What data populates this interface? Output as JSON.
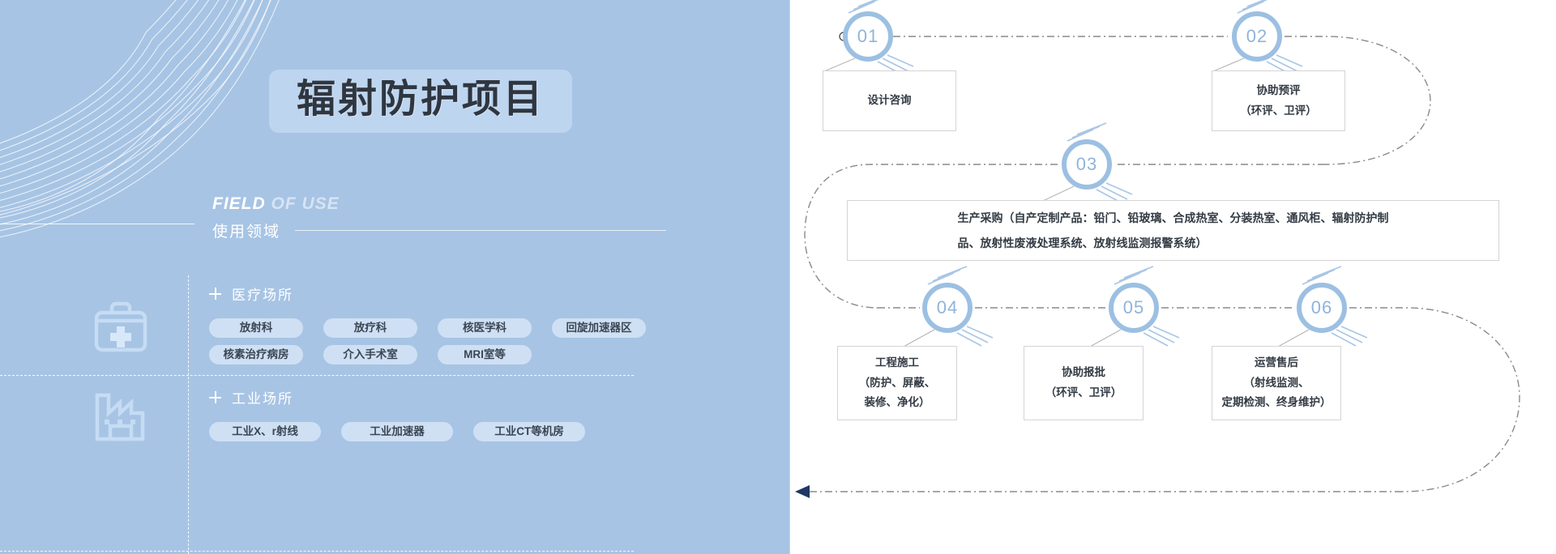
{
  "left": {
    "title": "辐射防护项目",
    "section": {
      "en_strong": "FIELD",
      "en_light": "OF USE",
      "cn": "使用领域"
    },
    "categories": [
      {
        "icon": "first-aid-kit-icon",
        "title": "医疗场所",
        "rows": [
          [
            "放射科",
            "放疗科",
            "核医学科",
            "回旋加速器区"
          ],
          [
            "核素治疗病房",
            "介入手术室",
            "MRI室等"
          ]
        ]
      },
      {
        "icon": "factory-icon",
        "title": "工业场所",
        "rows": [
          [
            "工业X、r射线",
            "工业加速器",
            "工业CT等机房"
          ]
        ]
      }
    ]
  },
  "flow": {
    "steps": [
      {
        "num": "01",
        "text": "设计咨询"
      },
      {
        "num": "02",
        "text": "协助预评\n（环评、卫评）"
      },
      {
        "num": "03",
        "text": "生产采购（自产定制产品：铅门、铅玻璃、合成热室、分装热室、通风柜、辐射防护制\n品、放射性废液处理系统、放射线监测报警系统）"
      },
      {
        "num": "04",
        "text": "工程施工\n（防护、屏蔽、\n装修、净化）"
      },
      {
        "num": "05",
        "text": "协助报批\n（环评、卫评）"
      },
      {
        "num": "06",
        "text": "运营售后\n（射线监测、\n定期检测、终身维护）"
      }
    ]
  },
  "colors": {
    "panel_bg": "#a7c4e4",
    "title_badge": "#bdd5ef",
    "tag_bg": "#cfe0f4",
    "node_ring": "#9cc0e2",
    "node_text": "#8fb4da",
    "arrow": "#1f3864"
  }
}
